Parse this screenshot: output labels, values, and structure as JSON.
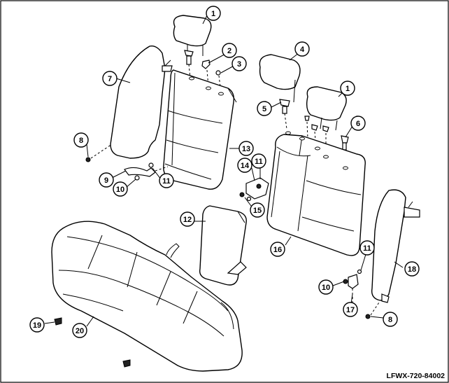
{
  "reference_code": "LFWX-720-84002",
  "callouts": [
    "1",
    "2",
    "3",
    "4",
    "1",
    "5",
    "6",
    "7",
    "8",
    "9",
    "10",
    "11",
    "11",
    "12",
    "13",
    "14",
    "15",
    "16",
    "11",
    "10",
    "17",
    "18",
    "8",
    "19",
    "20"
  ]
}
